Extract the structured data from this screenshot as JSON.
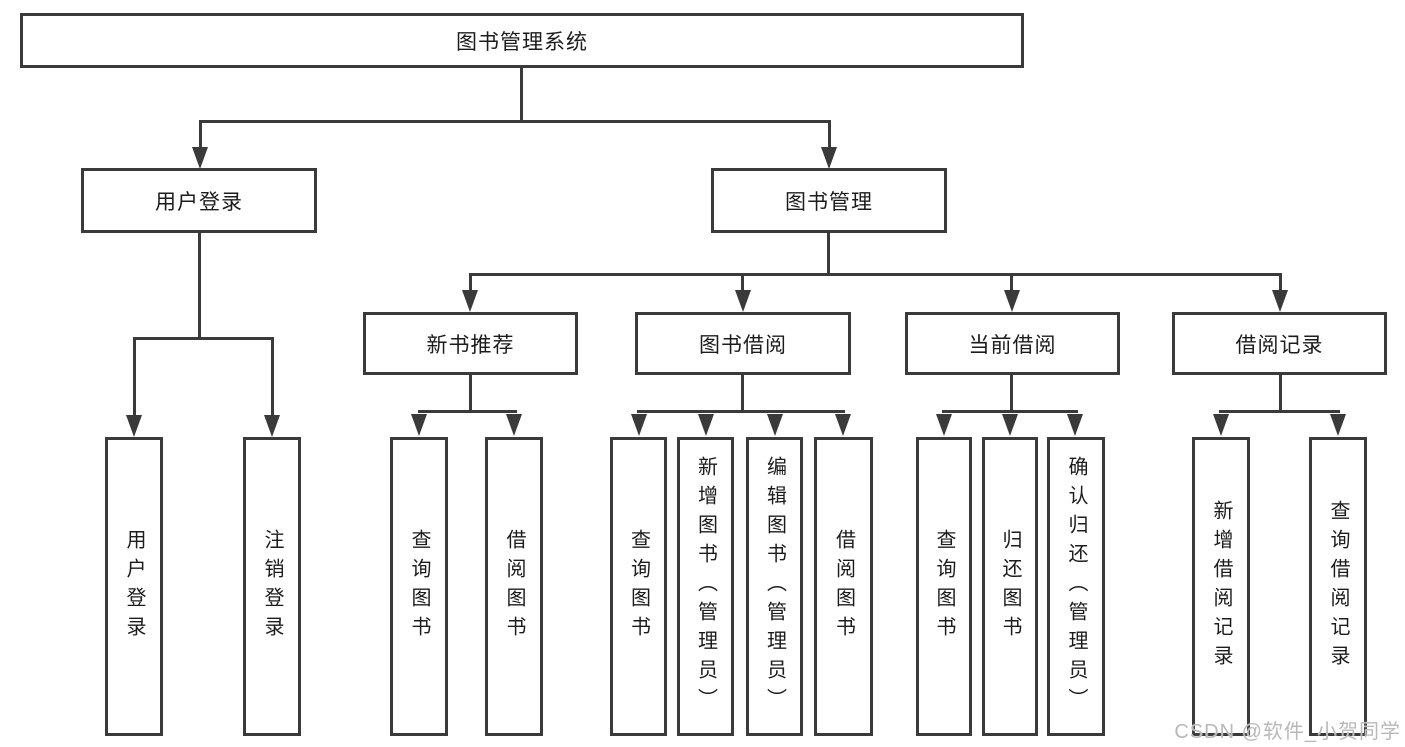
{
  "tree": {
    "root": {
      "label": "图书管理系统"
    },
    "l2": [
      {
        "label": "用户登录",
        "children": [
          {
            "label": "用户登录"
          },
          {
            "label": "注销登录"
          }
        ]
      },
      {
        "label": "图书管理",
        "children": [
          {
            "label": "新书推荐",
            "children": [
              {
                "label": "查询图书"
              },
              {
                "label": "借阅图书"
              }
            ]
          },
          {
            "label": "图书借阅",
            "children": [
              {
                "label": "查询图书"
              },
              {
                "label": "新增图书（管理员）"
              },
              {
                "label": "编辑图书（管理员）"
              },
              {
                "label": "借阅图书"
              }
            ]
          },
          {
            "label": "当前借阅",
            "children": [
              {
                "label": "查询图书"
              },
              {
                "label": "归还图书"
              },
              {
                "label": "确认归还（管理员）"
              }
            ]
          },
          {
            "label": "借阅记录",
            "children": [
              {
                "label": "新增借阅记录"
              },
              {
                "label": "查询借阅记录"
              }
            ]
          }
        ]
      }
    ]
  },
  "watermark": {
    "text": "CSDN @软件_小贺同学"
  },
  "colors": {
    "line": "#3a3a3a",
    "box_border": "#3a3a3a",
    "box_bg": "#ffffff",
    "text": "#1c1c1c",
    "watermark": "#b9b9b9",
    "page_bg": "#ffffff"
  }
}
